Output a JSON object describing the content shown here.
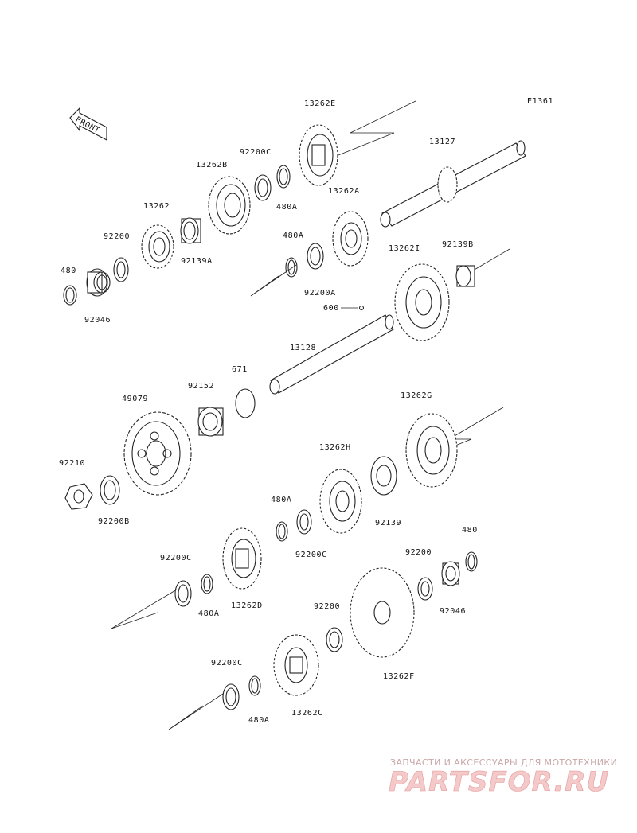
{
  "diagram": {
    "code": "E1361",
    "front_label": "FRONT",
    "labels": {
      "p480_top": "480",
      "p92046_top": "92046",
      "p92200_top": "92200",
      "p13262": "13262",
      "p92139A": "92139A",
      "p13262B": "13262B",
      "p92200C_top": "92200C",
      "p480A_top": "480A",
      "p13262E": "13262E",
      "p13262A": "13262A",
      "p480A_mid": "480A",
      "p92200A": "92200A",
      "p13127": "13127",
      "p13262I": "13262I",
      "p92139B": "92139B",
      "p600": "600",
      "p13128": "13128",
      "p671": "671",
      "p92152": "92152",
      "p49079": "49079",
      "p92210": "92210",
      "p92200B": "92200B",
      "p13262G": "13262G",
      "p13262H": "13262H",
      "p92139": "92139",
      "p480A_low": "480A",
      "p92200C_low": "92200C",
      "p92200C_left": "92200C",
      "p13262D": "13262D",
      "p480A_left": "480A",
      "p480_right": "480",
      "p92200_right": "92200",
      "p92046_right": "92046",
      "p92200_bottom": "92200",
      "p13262F": "13262F",
      "p92200C_bottom": "92200C",
      "p480A_bottom": "480A",
      "p13262C": "13262C"
    }
  },
  "watermark": {
    "tagline": "ЗАПЧАСТИ И АКСЕССУАРЫ ДЛЯ МОТОТЕХНИКИ",
    "logo": "PARTSFOR.RU"
  }
}
